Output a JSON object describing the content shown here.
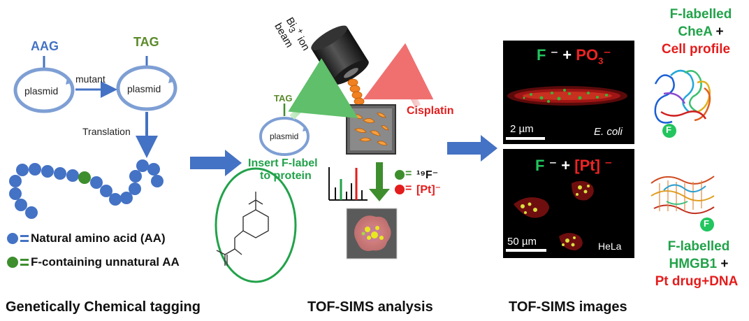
{
  "panels": {
    "left": {
      "codon_aag": "AAG",
      "codon_tag": "TAG",
      "plasmid_a": "plasmid",
      "plasmid_b": "plasmid",
      "mutant": "mutant",
      "translation": "Translation",
      "legend_natural": "Natural amino acid (AA)",
      "legend_fcontaining": "F-containing unnatural AA",
      "caption": "Genetically Chemical tagging"
    },
    "middle": {
      "beam_label": "Bi",
      "beam_sub": "3",
      "beam_sup": "+",
      "beam_ion": " ion",
      "beam_word": "beam",
      "codon_tag": "TAG",
      "plasmid": "plasmid",
      "cisplatin": "Cisplatin",
      "insert_line1": "Insert F-label",
      "insert_line2": "to protein",
      "legend_f": "¹⁹F⁻",
      "legend_pt": "[Pt]⁻",
      "legend_eq": "=",
      "caption": "TOF-SIMS analysis"
    },
    "images": {
      "top_f": "F",
      "top_minus": " ⁻ ",
      "top_plus": "+ ",
      "top_po": "PO",
      "top_po_sub": "3",
      "top_po_sup": "⁻",
      "top_scale": "2 µm",
      "top_organism": "E. coli",
      "bot_f": "F",
      "bot_minus": " ⁻ ",
      "bot_plus": "+ ",
      "bot_pt": "[Pt]",
      "bot_pt_sup": " ⁻",
      "bot_scale": "50 µm",
      "bot_organism": "HeLa",
      "caption": "TOF-SIMS images"
    },
    "right": {
      "top_line1": "F-labelled",
      "top_line2": "CheA",
      "top_plus": " +",
      "top_line3": "Cell profile",
      "top_badge": "F",
      "bot_badge": "F",
      "bot_line1": "F-labelled",
      "bot_line2": "HMGB1",
      "bot_plus": " +",
      "bot_line3": "Pt drug+DNA"
    }
  },
  "colors": {
    "blue": "#4472c4",
    "green": "#22a24a",
    "red": "#e41c1c",
    "dark_green": "#5a8a2a",
    "olive_green": "#3e8e2e",
    "arrow_blue": "#4472c4"
  }
}
